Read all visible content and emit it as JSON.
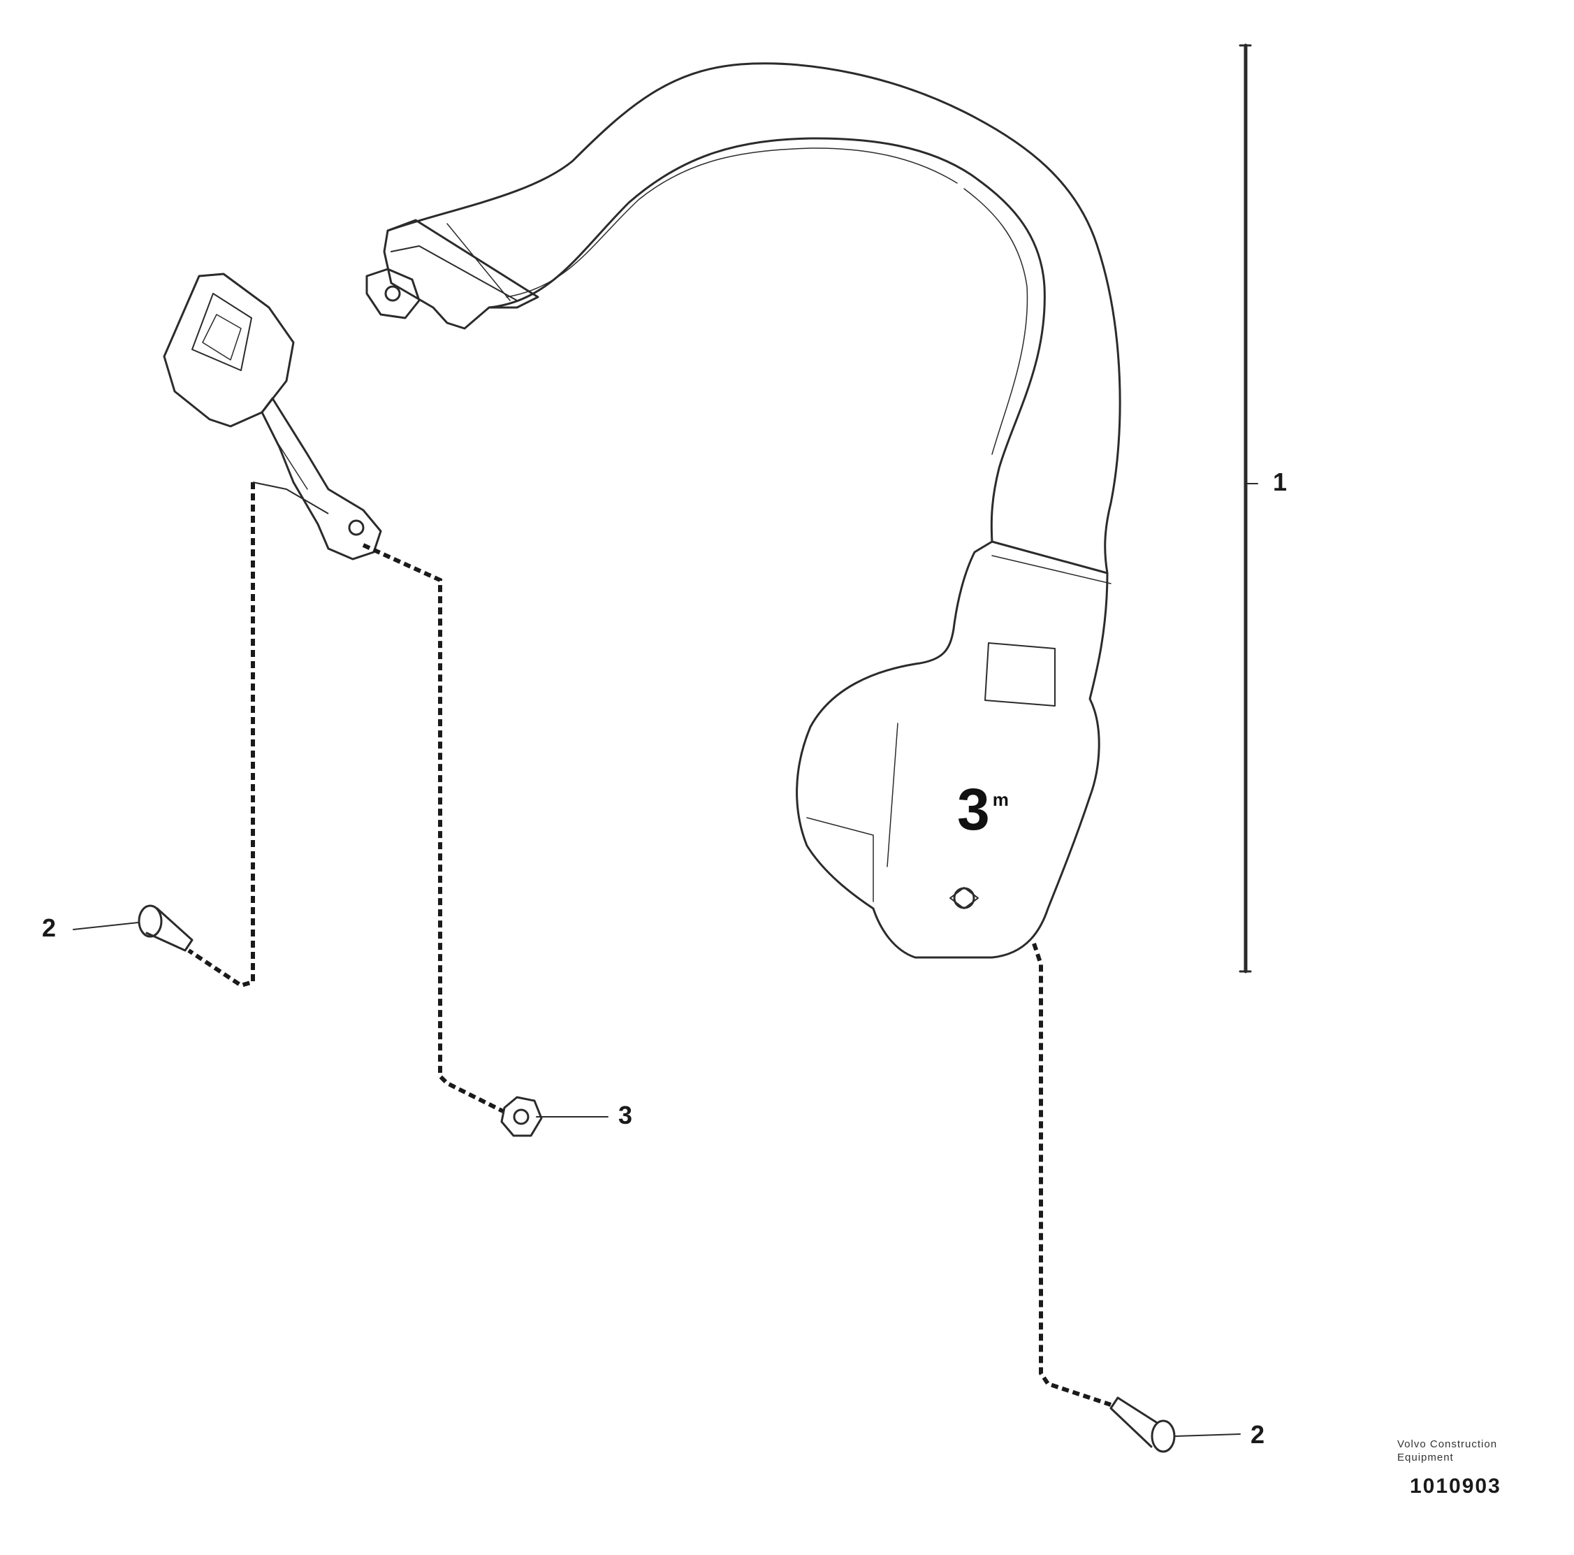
{
  "callouts": {
    "assembly": "1",
    "bolt_left": "2",
    "nut": "3",
    "bolt_right": "2"
  },
  "housing_stamp": {
    "main": "3",
    "superscript": "m"
  },
  "notes": {
    "line1": "Volvo Construction",
    "line2": "Equipment",
    "figure_id": "1010903"
  },
  "colors": {
    "line": "#2b2b2b",
    "dash": "#1a1a1a",
    "background": "#ffffff"
  }
}
